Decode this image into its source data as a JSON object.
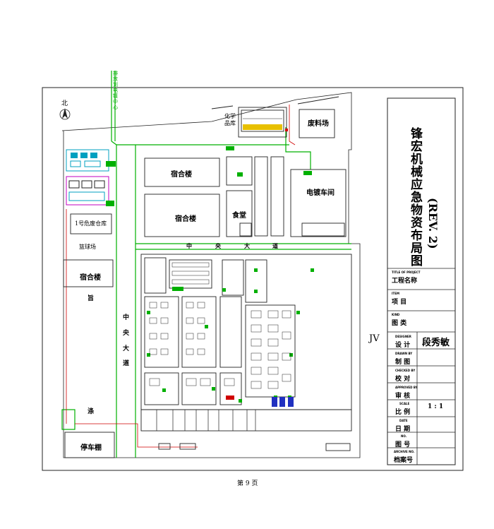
{
  "drawing": {
    "title": "锋宏机械应急物资布局图",
    "revision": "(REV. 2)",
    "north_label": "北",
    "side_mark": "JV",
    "page_footer": "第 9 页"
  },
  "buildings": {
    "dorm_1": "宿合楼",
    "dorm_2": "宿合楼",
    "dorm_3": "宿合楼",
    "canteen": "食堂",
    "waste_yard": "废料场",
    "chem_store": "化学品库",
    "plating": "电镀车间",
    "hazwaste": "1号危废仓库",
    "basketball": "篮球场",
    "parking": "停车棚",
    "drain_note": "排放到电镀中心"
  },
  "roads": {
    "central_h": [
      "中",
      "央",
      "大",
      "道"
    ],
    "central_v": [
      "中",
      "央",
      "大",
      "道"
    ],
    "left_mark_1": "旨",
    "left_mark_2": "涤"
  },
  "title_block": {
    "project_en": "TITLE OF PROJECT",
    "project_cn": "工程名称",
    "item_en": "ITEM",
    "item_cn": "项 目",
    "kind_en": "KIND",
    "kind_cn": "图 类",
    "designer_en": "DESIGNER",
    "designer_cn": "设 计",
    "designer_name": "段秀敏",
    "drawn_en": "DRAWN BY",
    "drawn_cn": "制 图",
    "checked_en": "CHECKED BY",
    "checked_cn": "校 对",
    "approved_en": "APPROVED BY",
    "approved_cn": "审 核",
    "scale_en": "SCALE",
    "scale_cn": "比 例",
    "scale_value": "1 : 1",
    "date_en": "DATE",
    "date_cn": "日 期",
    "no_en": "NO.",
    "no_cn": "图 号",
    "archive_en": "ARCHIVE NO.",
    "archive_cn": "档案号"
  },
  "colors": {
    "line": "#222222",
    "green": "#00b000",
    "red": "#d00000",
    "cyan": "#00a0c0",
    "yellow": "#e8c000",
    "magenta": "#c000c0"
  }
}
